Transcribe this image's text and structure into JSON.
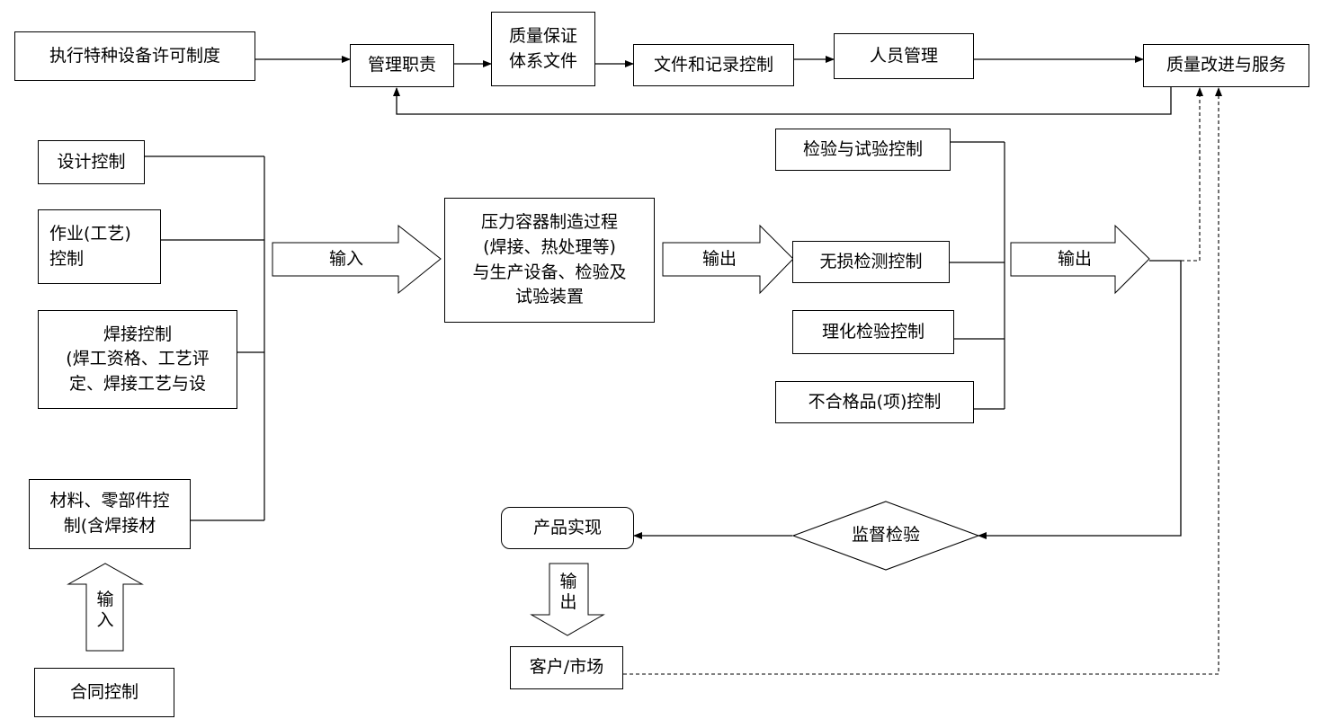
{
  "nodes": {
    "special_equipment": "执行特种设备许可制度",
    "mgmt_duties": "管理职责",
    "qa_docs": [
      "质量保证",
      "体系文件"
    ],
    "doc_record_control": "文件和记录控制",
    "personnel_mgmt": "人员管理",
    "quality_improve": "质量改进与服务",
    "design_control": "设计控制",
    "process_control": [
      "作业(工艺)",
      "控制"
    ],
    "welding_control": [
      "焊接控制",
      "(焊工资格、工艺评",
      "定、焊接工艺与设"
    ],
    "material_control": [
      "材料、零部件控",
      "制(含焊接材"
    ],
    "contract_control": "合同控制",
    "manufacturing": [
      "压力容器制造过程",
      "(焊接、热处理等)",
      "与生产设备、检验及",
      "试验装置"
    ],
    "inspection_test": "检验与试验控制",
    "ndt_control": "无损检测控制",
    "physchem_control": "理化检验控制",
    "nonconforming_control": "不合格品(项)控制",
    "supervision": "监督检验",
    "product_realization": "产品实现",
    "customer_market": "客户/市场"
  },
  "arrow_labels": {
    "input_main": "输入",
    "output_1": "输出",
    "output_2": "输出",
    "output_down": [
      "输",
      "出"
    ],
    "input_up": [
      "输",
      "入"
    ]
  }
}
